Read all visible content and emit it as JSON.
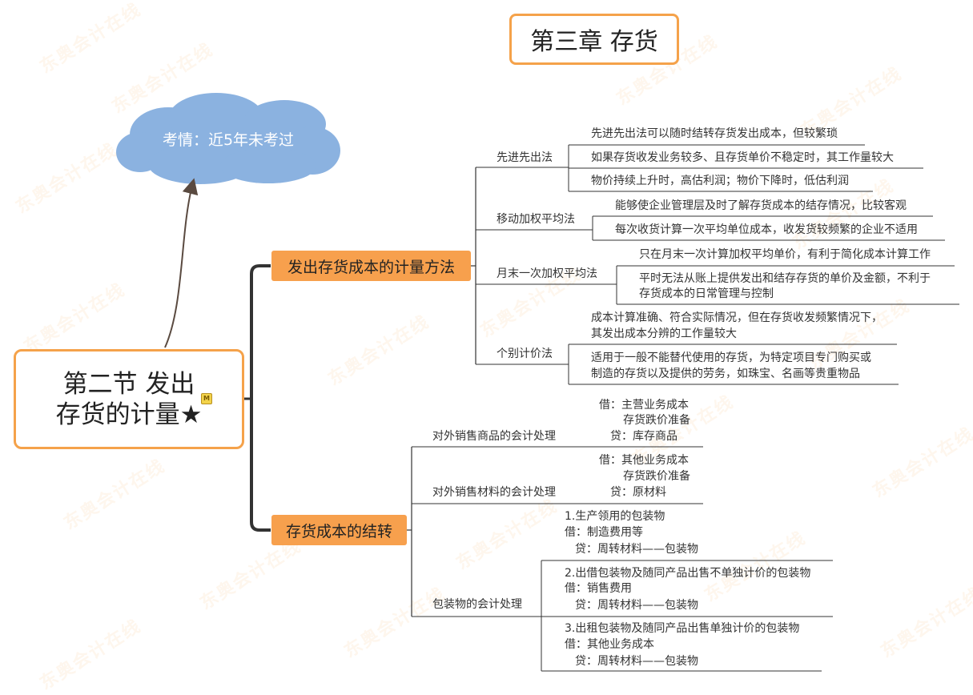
{
  "chapter_title": "第三章 存货",
  "root": {
    "line1": "第二节 发出",
    "line2": "存货的计量★",
    "memo_icon": "memo-icon"
  },
  "callout": "考情：近5年未考过",
  "watermark": "东奥会计在线",
  "branches": {
    "methods": {
      "label": "发出存货成本的计量方法",
      "fifo": {
        "label": "先进先出法",
        "notes": [
          "先进先出法可以随时结转存货发出成本，但较繁琐",
          "如果存货收发业务较多、且存货单价不稳定时，其工作量较大",
          "物价持续上升时，高估利润；物价下降时，低估利润"
        ]
      },
      "moving": {
        "label": "移动加权平均法",
        "notes": [
          "能够使企业管理层及时了解存货成本的结存情况，比较客观",
          "每次收货计算一次平均单位成本，收发货较频繁的企业不适用"
        ]
      },
      "monthly": {
        "label": "月末一次加权平均法",
        "notes": [
          "只在月末一次计算加权平均单价，有利于简化成本计算工作",
          "平时无法从账上提供发出和结存存货的单价及金额，不利于",
          "存货成本的日常管理与控制"
        ]
      },
      "specific": {
        "label": "个别计价法",
        "notes": [
          "成本计算准确、符合实际情况，但在存货收发频繁情况下，",
          "其发出成本分辨的工作量较大",
          "适用于一般不能替代使用的存货，为特定项目专门购买或",
          "制造的存货以及提供的劳务，如珠宝、名画等贵重物品"
        ]
      }
    },
    "transfer": {
      "label": "存货成本的结转",
      "goods": {
        "label": "对外销售商品的会计处理",
        "lines": [
          "借：主营业务成本",
          "存货跌价准备",
          "贷：库存商品"
        ]
      },
      "materials": {
        "label": "对外销售材料的会计处理",
        "lines": [
          "借：其他业务成本",
          "存货跌价准备",
          "贷：原材料"
        ]
      },
      "packaging": {
        "label": "包装物的会计处理",
        "items": [
          {
            "lines": [
              "1.生产领用的包装物",
              "借：制造费用等",
              "贷：周转材料——包装物"
            ]
          },
          {
            "lines": [
              "2.出借包装物及随同产品出售不单独计价的包装物",
              "借：销售费用",
              "贷：周转材料——包装物"
            ]
          },
          {
            "lines": [
              "3.出租包装物及随同产品出售单独计价的包装物",
              "借：其他业务成本",
              "贷：周转材料——包装物"
            ]
          }
        ]
      }
    }
  },
  "colors": {
    "accent_orange": "#f5a24a",
    "branch_fill": "#f7a04d",
    "cloud_fill": "#8bb2e0",
    "connector": "#333333",
    "arrow": "#5a4a40"
  }
}
